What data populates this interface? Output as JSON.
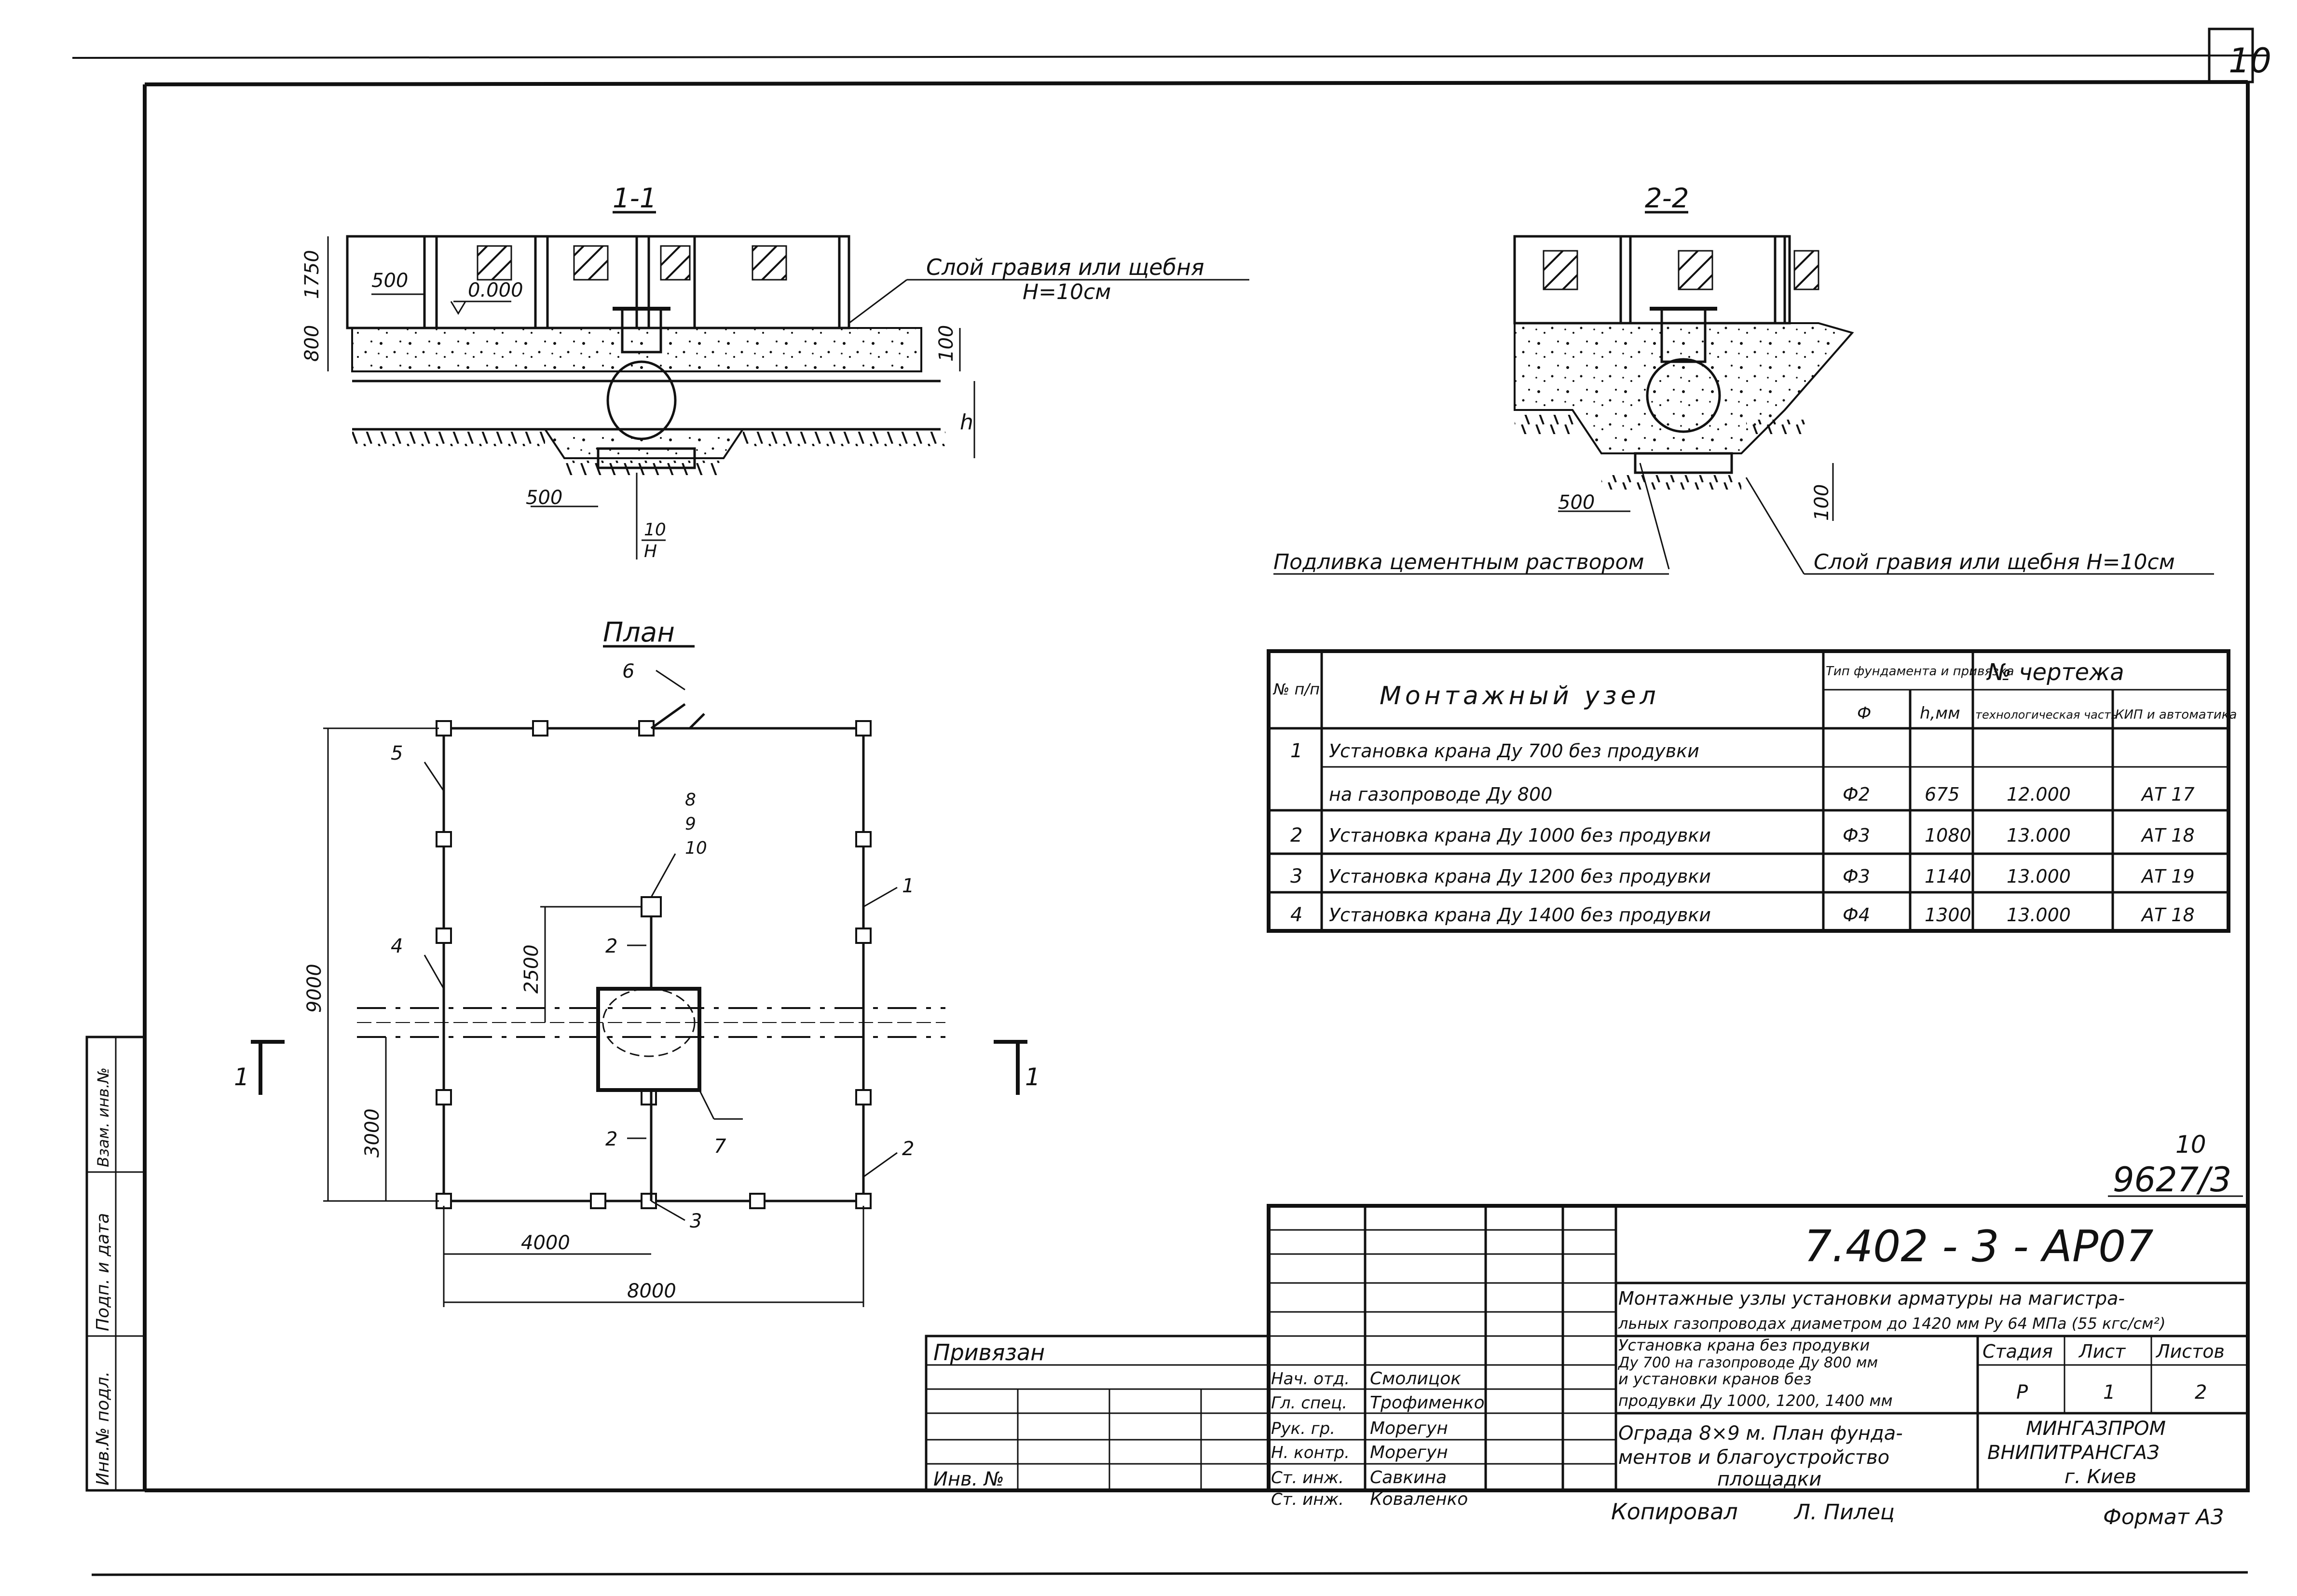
{
  "sheet": {
    "page_number": "10",
    "stamp_number": "10",
    "stamp_code": "9627/3",
    "side_label_1": "Инв.№ подл.",
    "side_label_2": "Подп. и дата",
    "side_label_3": "Взам. инв.№"
  },
  "section_1": {
    "title": "1-1",
    "label_gravel": "Слой гравия или щебня",
    "label_h": "H=10см",
    "dim_500_top": "500",
    "dim_level": "0.000",
    "dim_1750": "1750",
    "dim_800": "800",
    "dim_100": "100",
    "dim_h": "h",
    "dim_500_bottom": "500",
    "dim_10": "10",
    "dim_H": "H"
  },
  "section_2": {
    "title": "2-2",
    "dim_500": "500",
    "dim_100": "100",
    "label_cement": "Подливка цементным раствором",
    "label_gravel": "Слой гравия или щебня H=10см"
  },
  "plan": {
    "title": "План",
    "dim_9000": "9000",
    "dim_2500": "2500",
    "dim_3000": "3000",
    "dim_4000": "4000",
    "dim_8000": "8000",
    "marker_1": "1",
    "marker_2": "2",
    "marker_3": "3",
    "marker_4": "4",
    "marker_5": "5",
    "marker_6": "6",
    "marker_7": "7",
    "marker_8": "8",
    "marker_9": "9",
    "marker_10": "10",
    "section_left": "1",
    "section_right": "1",
    "section_2_top": "2",
    "section_2_bottom": "2"
  },
  "table": {
    "col_no": "№ п/п",
    "col_node": "Монтажный узел",
    "col_foundation": "Тип фундамента и привязка",
    "col_f": "Ф",
    "col_h": "h,мм",
    "col_drawing": "№ чертежа",
    "col_tech": "технологическая часть",
    "col_kip": "КИП и автоматика",
    "rows": [
      {
        "no": "1",
        "node": "Установка крана Ду 700 без продувки",
        "f": "",
        "h": "",
        "tech": "",
        "kip": ""
      },
      {
        "no": "",
        "node": "на газопроводе Ду 800",
        "f": "Ф2",
        "h": "675",
        "tech": "12.000",
        "kip": "АТ 17"
      },
      {
        "no": "2",
        "node": "Установка крана Ду 1000 без продувки",
        "f": "Ф3",
        "h": "1080",
        "tech": "13.000",
        "kip": "АТ 18"
      },
      {
        "no": "3",
        "node": "Установка крана Ду 1200 без продувки",
        "f": "Ф3",
        "h": "1140",
        "tech": "13.000",
        "kip": "АТ 19"
      },
      {
        "no": "4",
        "node": "Установка крана Ду 1400 без продувки",
        "f": "Ф4",
        "h": "1300",
        "tech": "13.000",
        "kip": "АТ 18"
      }
    ]
  },
  "title_block": {
    "designation": "7.402 - 3 - АР07",
    "project_line_1": "Монтажные узлы установки арматуры на магистра-",
    "project_line_2": "льных газопроводах диаметром до 1420 мм Ру 64 МПа (55 кгс/см²)",
    "sheet_title_1": "Установка крана без продувки",
    "sheet_title_2": "Ду 700 на газопроводе Ду 800 мм",
    "sheet_title_3": "и установки кранов без",
    "sheet_title_4": "продувки Ду 1000, 1200, 1400 мм",
    "drawing_title_1": "Ограда 8×9 м. План фунда-",
    "drawing_title_2": "ментов и благоустройство",
    "drawing_title_3": "площадки",
    "stage_label": "Стадия",
    "sheet_label": "Лист",
    "sheets_label": "Листов",
    "stage": "Р",
    "sheet": "1",
    "sheets": "2",
    "org_1": "МИНГАЗПРОМ",
    "org_2": "ВНИПИТРАНСГАЗ",
    "org_3": "г. Киев",
    "bound_label": "Привязан",
    "inv_label": "Инв. №",
    "copied_label": "Копировал",
    "copied_by": "Л. Пилец",
    "format_label": "Формат А3",
    "signers": [
      {
        "role": "Нач. отд.",
        "name": "Смолицок"
      },
      {
        "role": "Гл. спец.",
        "name": "Трофименко"
      },
      {
        "role": "Рук. гр.",
        "name": "Морегун"
      },
      {
        "role": "Н. контр.",
        "name": "Морегун"
      },
      {
        "role": "Ст. инж.",
        "name": "Савкина"
      },
      {
        "role": "Ст. инж.",
        "name": "Коваленко"
      }
    ]
  }
}
